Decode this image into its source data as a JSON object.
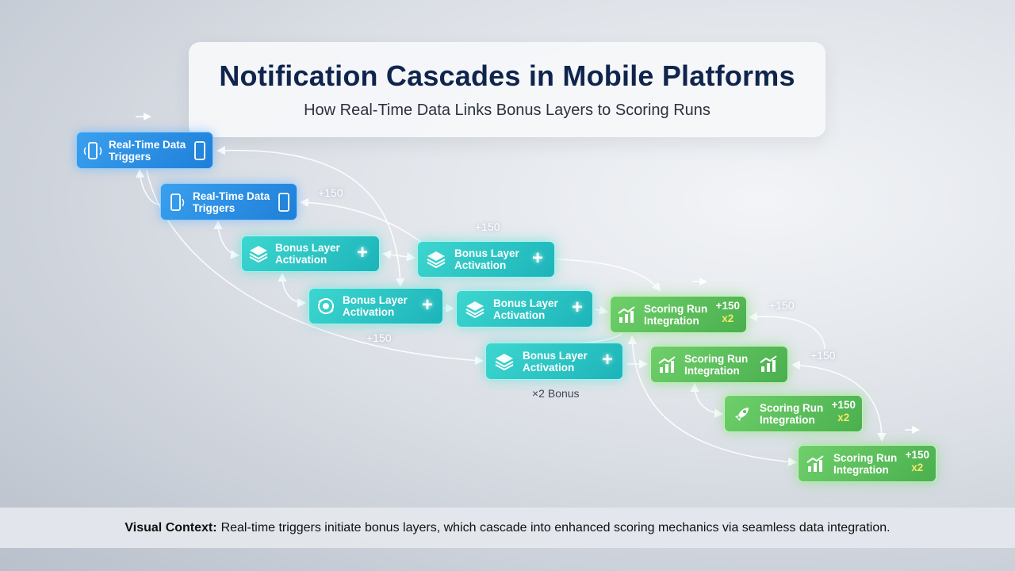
{
  "header": {
    "title": "Notification Cascades in Mobile Platforms",
    "subtitle": "How Real-Time Data Links Bonus Layers to Scoring Runs"
  },
  "nodes": {
    "trigger_1": "Real-Time Data\nTriggers",
    "trigger_2": "Real-Time Data\nTriggers",
    "bonus_1": "Bonus Layer\nActivation",
    "bonus_2": "Bonus Layer\nActivation",
    "bonus_3": "Bonus Layer\nActivation",
    "bonus_4": "Bonus Layer\nActivation",
    "bonus_5": "Bonus Layer\nActivation",
    "scoring_1": "Scoring Run\nIntegration",
    "scoring_2": "Scoring Run\nIntegration",
    "scoring_3": "Scoring Run\nIntegration",
    "scoring_4": "Scoring Run\nIntegration",
    "plus_sign": "+",
    "score_value": "+150",
    "multiplier": "x2"
  },
  "annotations": {
    "plus_150": "+150",
    "bonus_x2": "×2 Bonus"
  },
  "footer": {
    "label": "Visual Context:",
    "text": "Real-time triggers initiate bonus layers, which cascade into enhanced scoring mechanics via seamless data integration."
  },
  "colors": {
    "title": "#10254d",
    "trigger": "#2a8fe4",
    "bonus": "#2bc6c4",
    "scoring": "#5cc05c",
    "multiplier": "#f4e86b"
  },
  "icons": {
    "trigger": "phone-notification-icon",
    "bonus": "layers-icon",
    "bonus_alt": "sync-badge-icon",
    "scoring": "growth-chart-icon",
    "scoring_alt": "rocket-icon"
  }
}
